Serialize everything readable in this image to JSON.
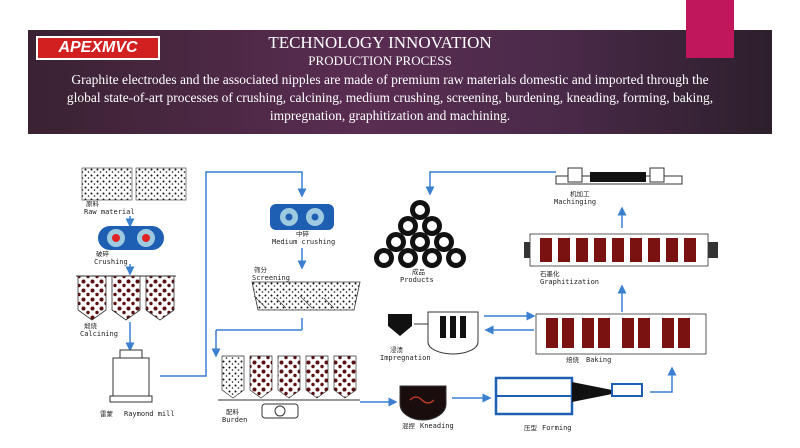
{
  "header": {
    "logo_text": "APEXMVC",
    "title": "TECHNOLOGY INNOVATION",
    "subtitle": "PRODUCTION PROCESS",
    "description": "Graphite electrodes and the associated nipples are made of premium raw materials domestic and imported through the global state-of-art processes of crushing, calcining, medium crushing, screening, burdening, kneading, forming, baking, impregnation, graphitization and machining."
  },
  "colors": {
    "banner": "#4b2a4a",
    "accent": "#c0165b",
    "logo": "#d21f1f",
    "arrow": "#3a7fd0"
  },
  "steps": {
    "raw_material": {
      "cn": "原料",
      "en": "Raw material"
    },
    "crushing": {
      "cn": "破碎",
      "en": "Crushing"
    },
    "calcining": {
      "cn": "煅烧",
      "en": "Calcining"
    },
    "raymond": {
      "cn": "雷蒙",
      "en": "Raymond mill"
    },
    "medium_crushing": {
      "cn": "中碎",
      "en": "Medium crushing"
    },
    "screening": {
      "cn": "筛分",
      "en": "Screening"
    },
    "burden": {
      "cn": "配料",
      "en": "Burden"
    },
    "kneading": {
      "cn": "混捏",
      "en": "Kneading"
    },
    "forming": {
      "cn": "压型",
      "en": "Forming"
    },
    "baking": {
      "cn": "焙烧",
      "en": "Baking"
    },
    "impregnation": {
      "cn": "浸渍",
      "en": "Impregnation"
    },
    "graphitization": {
      "cn": "石墨化",
      "en": "Graphitization"
    },
    "machining": {
      "cn": "机加工",
      "en": "Machinging"
    },
    "products": {
      "cn": "成品",
      "en": "Products"
    }
  }
}
